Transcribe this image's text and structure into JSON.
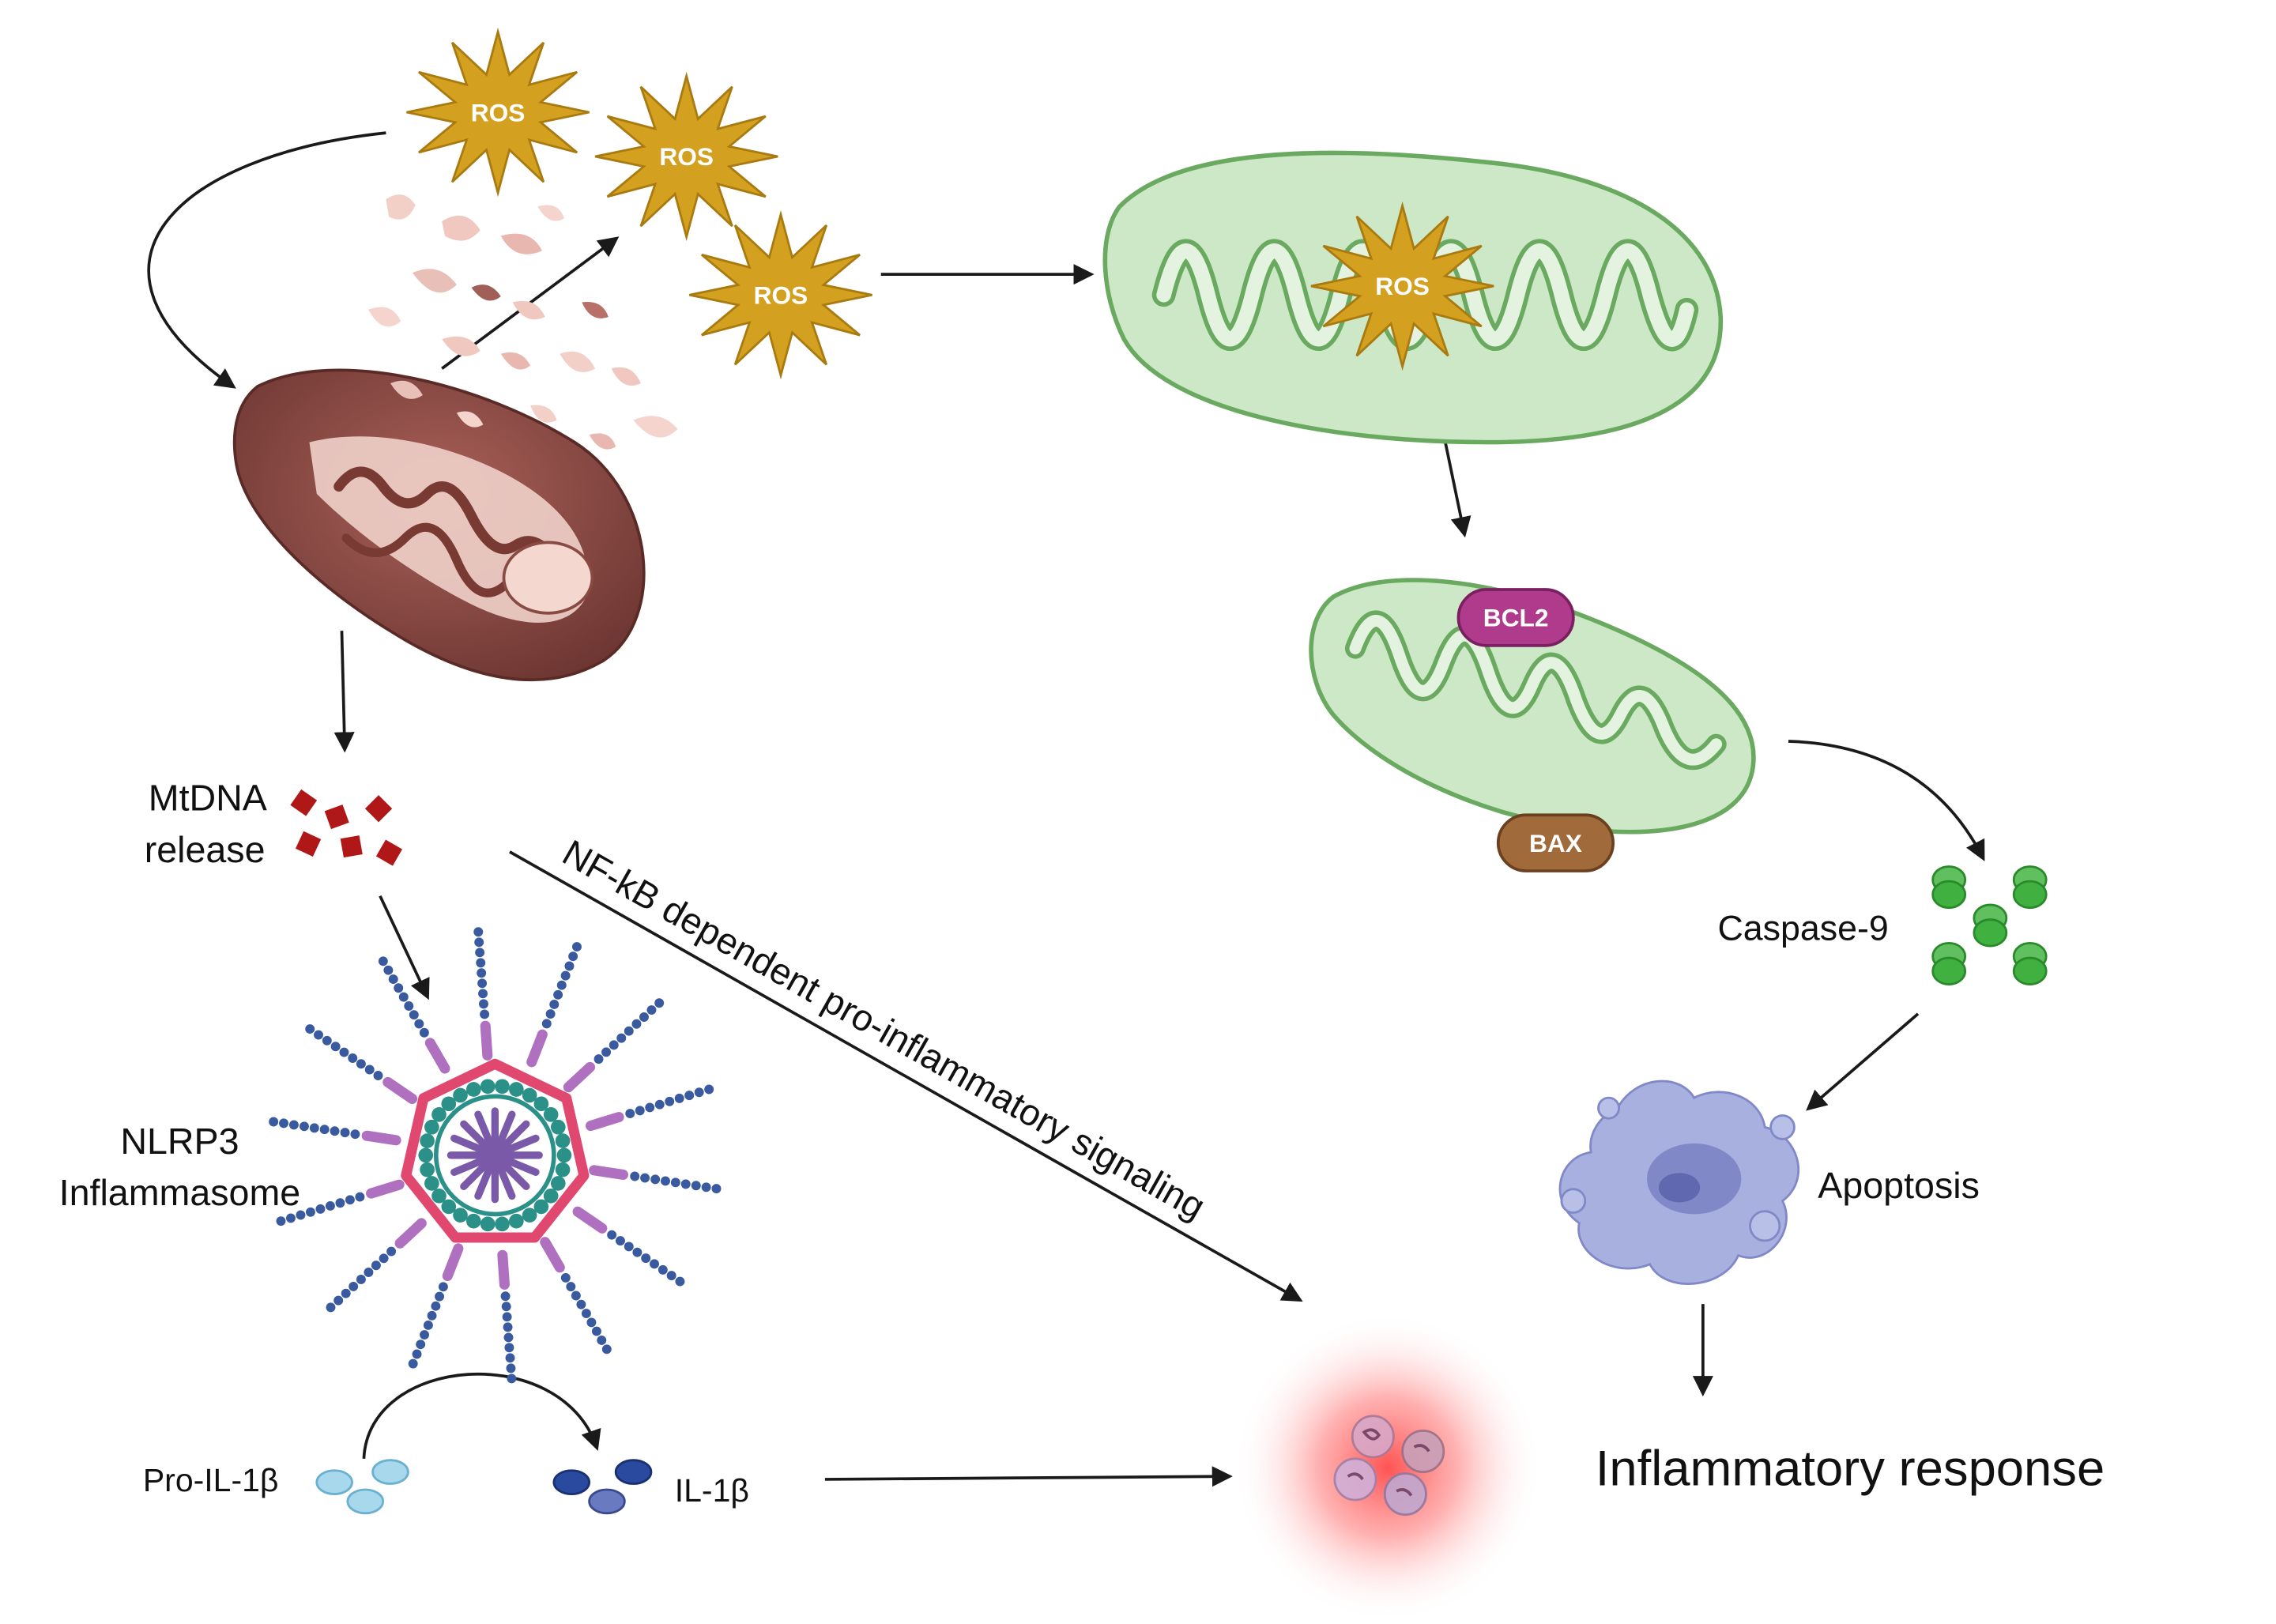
{
  "labels": {
    "ros": "ROS",
    "mtdna_line1": "MtDNA",
    "mtdna_line2": "release",
    "nlrp3_line1": "NLRP3",
    "nlrp3_line2": "Inflammasome",
    "pro_il1b": "Pro-IL-1β",
    "il1b": "IL-1β",
    "nfkb": "NF-kB dependent pro-inflammatory signaling",
    "bcl2": "BCL2",
    "bax": "BAX",
    "caspase9": "Caspase-9",
    "apoptosis": "Apoptosis",
    "inflammatory_response": "Inflammatory response"
  },
  "colors": {
    "ros_fill": "#d4a020",
    "ros_stroke": "#a87a10",
    "damaged_mito": "#8a4a44",
    "healthy_mito": "#a8d8a0",
    "healthy_mito_stroke": "#6aaa60",
    "bcl2": "#b03a8c",
    "bax": "#a06a3a",
    "mtdna": "#b01818",
    "caspase": "#40b040",
    "apoptosis": "#a8b0e0",
    "inflammasome_ring": "#e04870",
    "inflammasome_teal": "#2a9088",
    "inflammasome_core": "#7a5aa8",
    "glow": "#ff5050"
  }
}
